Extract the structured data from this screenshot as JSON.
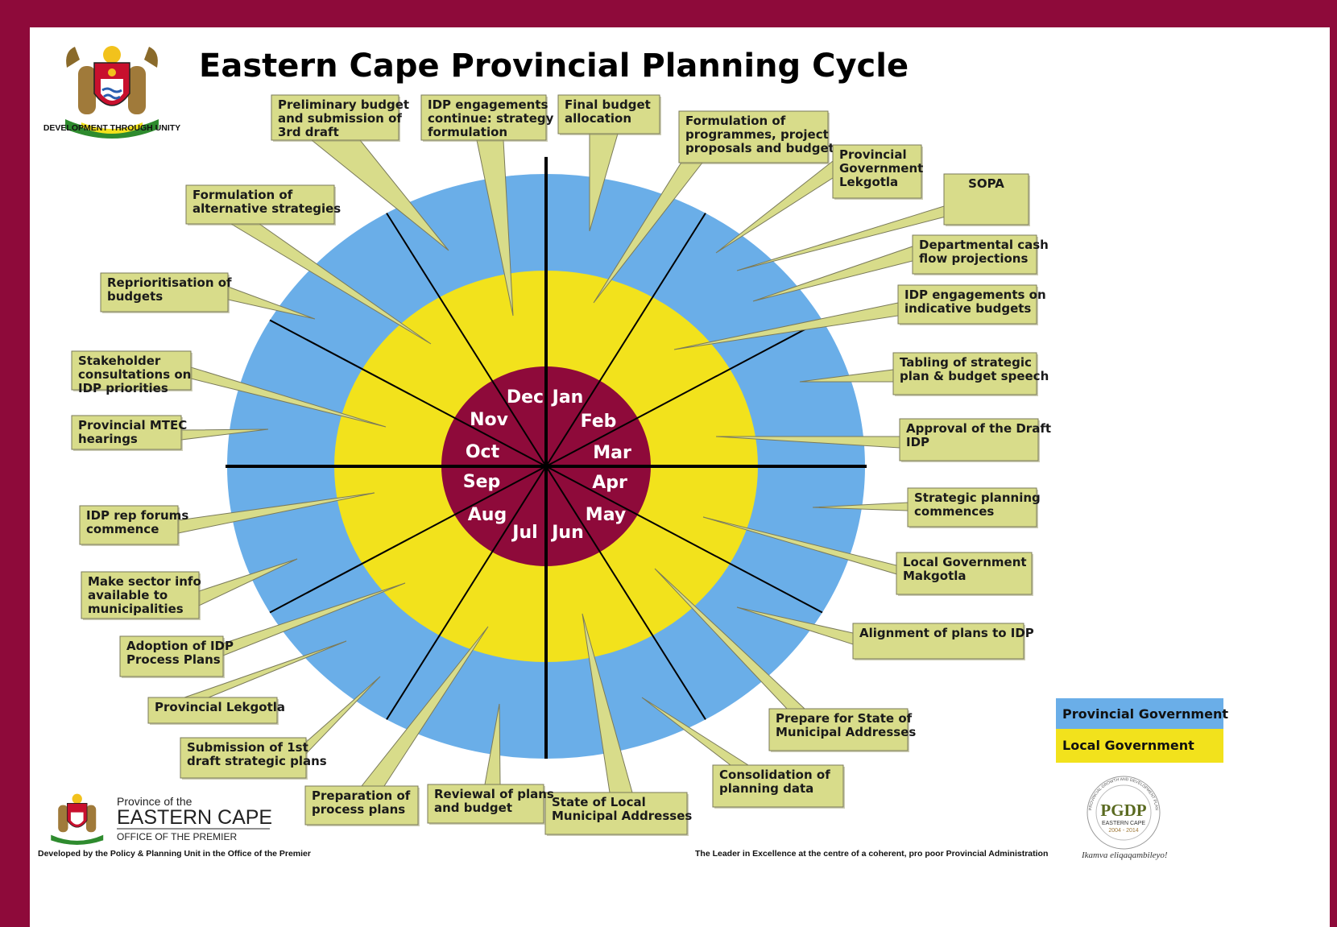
{
  "title": "Eastern Cape Provincial Planning Cycle",
  "months": [
    "Jan",
    "Feb",
    "Mar",
    "Apr",
    "May",
    "Jun",
    "Jul",
    "Aug",
    "Sep",
    "Oct",
    "Nov",
    "Dec"
  ],
  "callouts": {
    "prelim_budget": [
      "Preliminary budget",
      "and submission of",
      "3rd draft"
    ],
    "idp_strategy": [
      "IDP engagements",
      "continue: strategy",
      "formulation"
    ],
    "final_budget": [
      "Final budget",
      "allocation"
    ],
    "formulation_programmes": [
      "Formulation of",
      "programmes, project",
      "proposals and budgets"
    ],
    "prov_gov_lekgotla": [
      "Provincial",
      "Government",
      "Lekgotla"
    ],
    "sopa": [
      "SOPA"
    ],
    "cash_flow": [
      "Departmental cash",
      "flow projections"
    ],
    "idp_indicative": [
      "IDP engagements  on",
      "indicative budgets"
    ],
    "tabling": [
      "Tabling of strategic",
      "plan & budget speech"
    ],
    "approval_draft": [
      "Approval  of the Draft",
      "IDP"
    ],
    "strategic_commences": [
      "Strategic planning",
      "commences"
    ],
    "local_makgotla": [
      "Local Government",
      "Makgotla"
    ],
    "alignment": [
      "Alignment of plans to IDP"
    ],
    "prepare_state": [
      "Prepare for State of",
      "Municipal Addresses"
    ],
    "consolidation": [
      "Consolidation of",
      "planning data"
    ],
    "state_local": [
      "State of Local",
      "Municipal Addresses"
    ],
    "reviewal": [
      "Reviewal of plans",
      "and budget"
    ],
    "preparation": [
      "Preparation of",
      "process plans"
    ],
    "submission": [
      "Submission of 1st",
      "draft strategic plans"
    ],
    "prov_lekgotla": [
      "Provincial Lekgotla"
    ],
    "adoption": [
      "Adoption of IDP",
      "Process Plans"
    ],
    "sector_info": [
      "Make sector info",
      "available to",
      "municipalities"
    ],
    "idp_rep": [
      "IDP rep forums",
      "commence"
    ],
    "mtec": [
      "Provincial MTEC",
      "hearings"
    ],
    "stakeholder": [
      "Stakeholder",
      "consultations on",
      "IDP priorities"
    ],
    "reprioritisation": [
      "Reprioritisation of",
      "budgets"
    ],
    "alt_strategies": [
      "Formulation of",
      "alternative strategies"
    ]
  },
  "legend": {
    "provincial": "Provincial Government",
    "local": "Local Government"
  },
  "logo_top": {
    "motto": "DEVELOPMENT THROUGH UNITY"
  },
  "logo_bottom": {
    "line1": "Province of the",
    "line2": "EASTERN CAPE",
    "line3": "OFFICE OF THE PREMIER"
  },
  "pgdp": {
    "abbr": "PGDP",
    "name": "EASTERN CAPE",
    "years": "2004 - 2014",
    "ring": "PROVINCIAL GROWTH AND DEVELOPMENT PLAN"
  },
  "footer": {
    "left": "Developed by the Policy & Planning Unit in the Office of the Premier",
    "right": "The Leader in Excellence at the centre of a coherent, pro poor Provincial Administration",
    "motto": "Ikamva eliqaqambileyo!"
  },
  "colors": {
    "blue": "#6aaee8",
    "yellow": "#f2e21c",
    "maroon": "#8e0a3a",
    "callout": "#d8dc8a"
  }
}
